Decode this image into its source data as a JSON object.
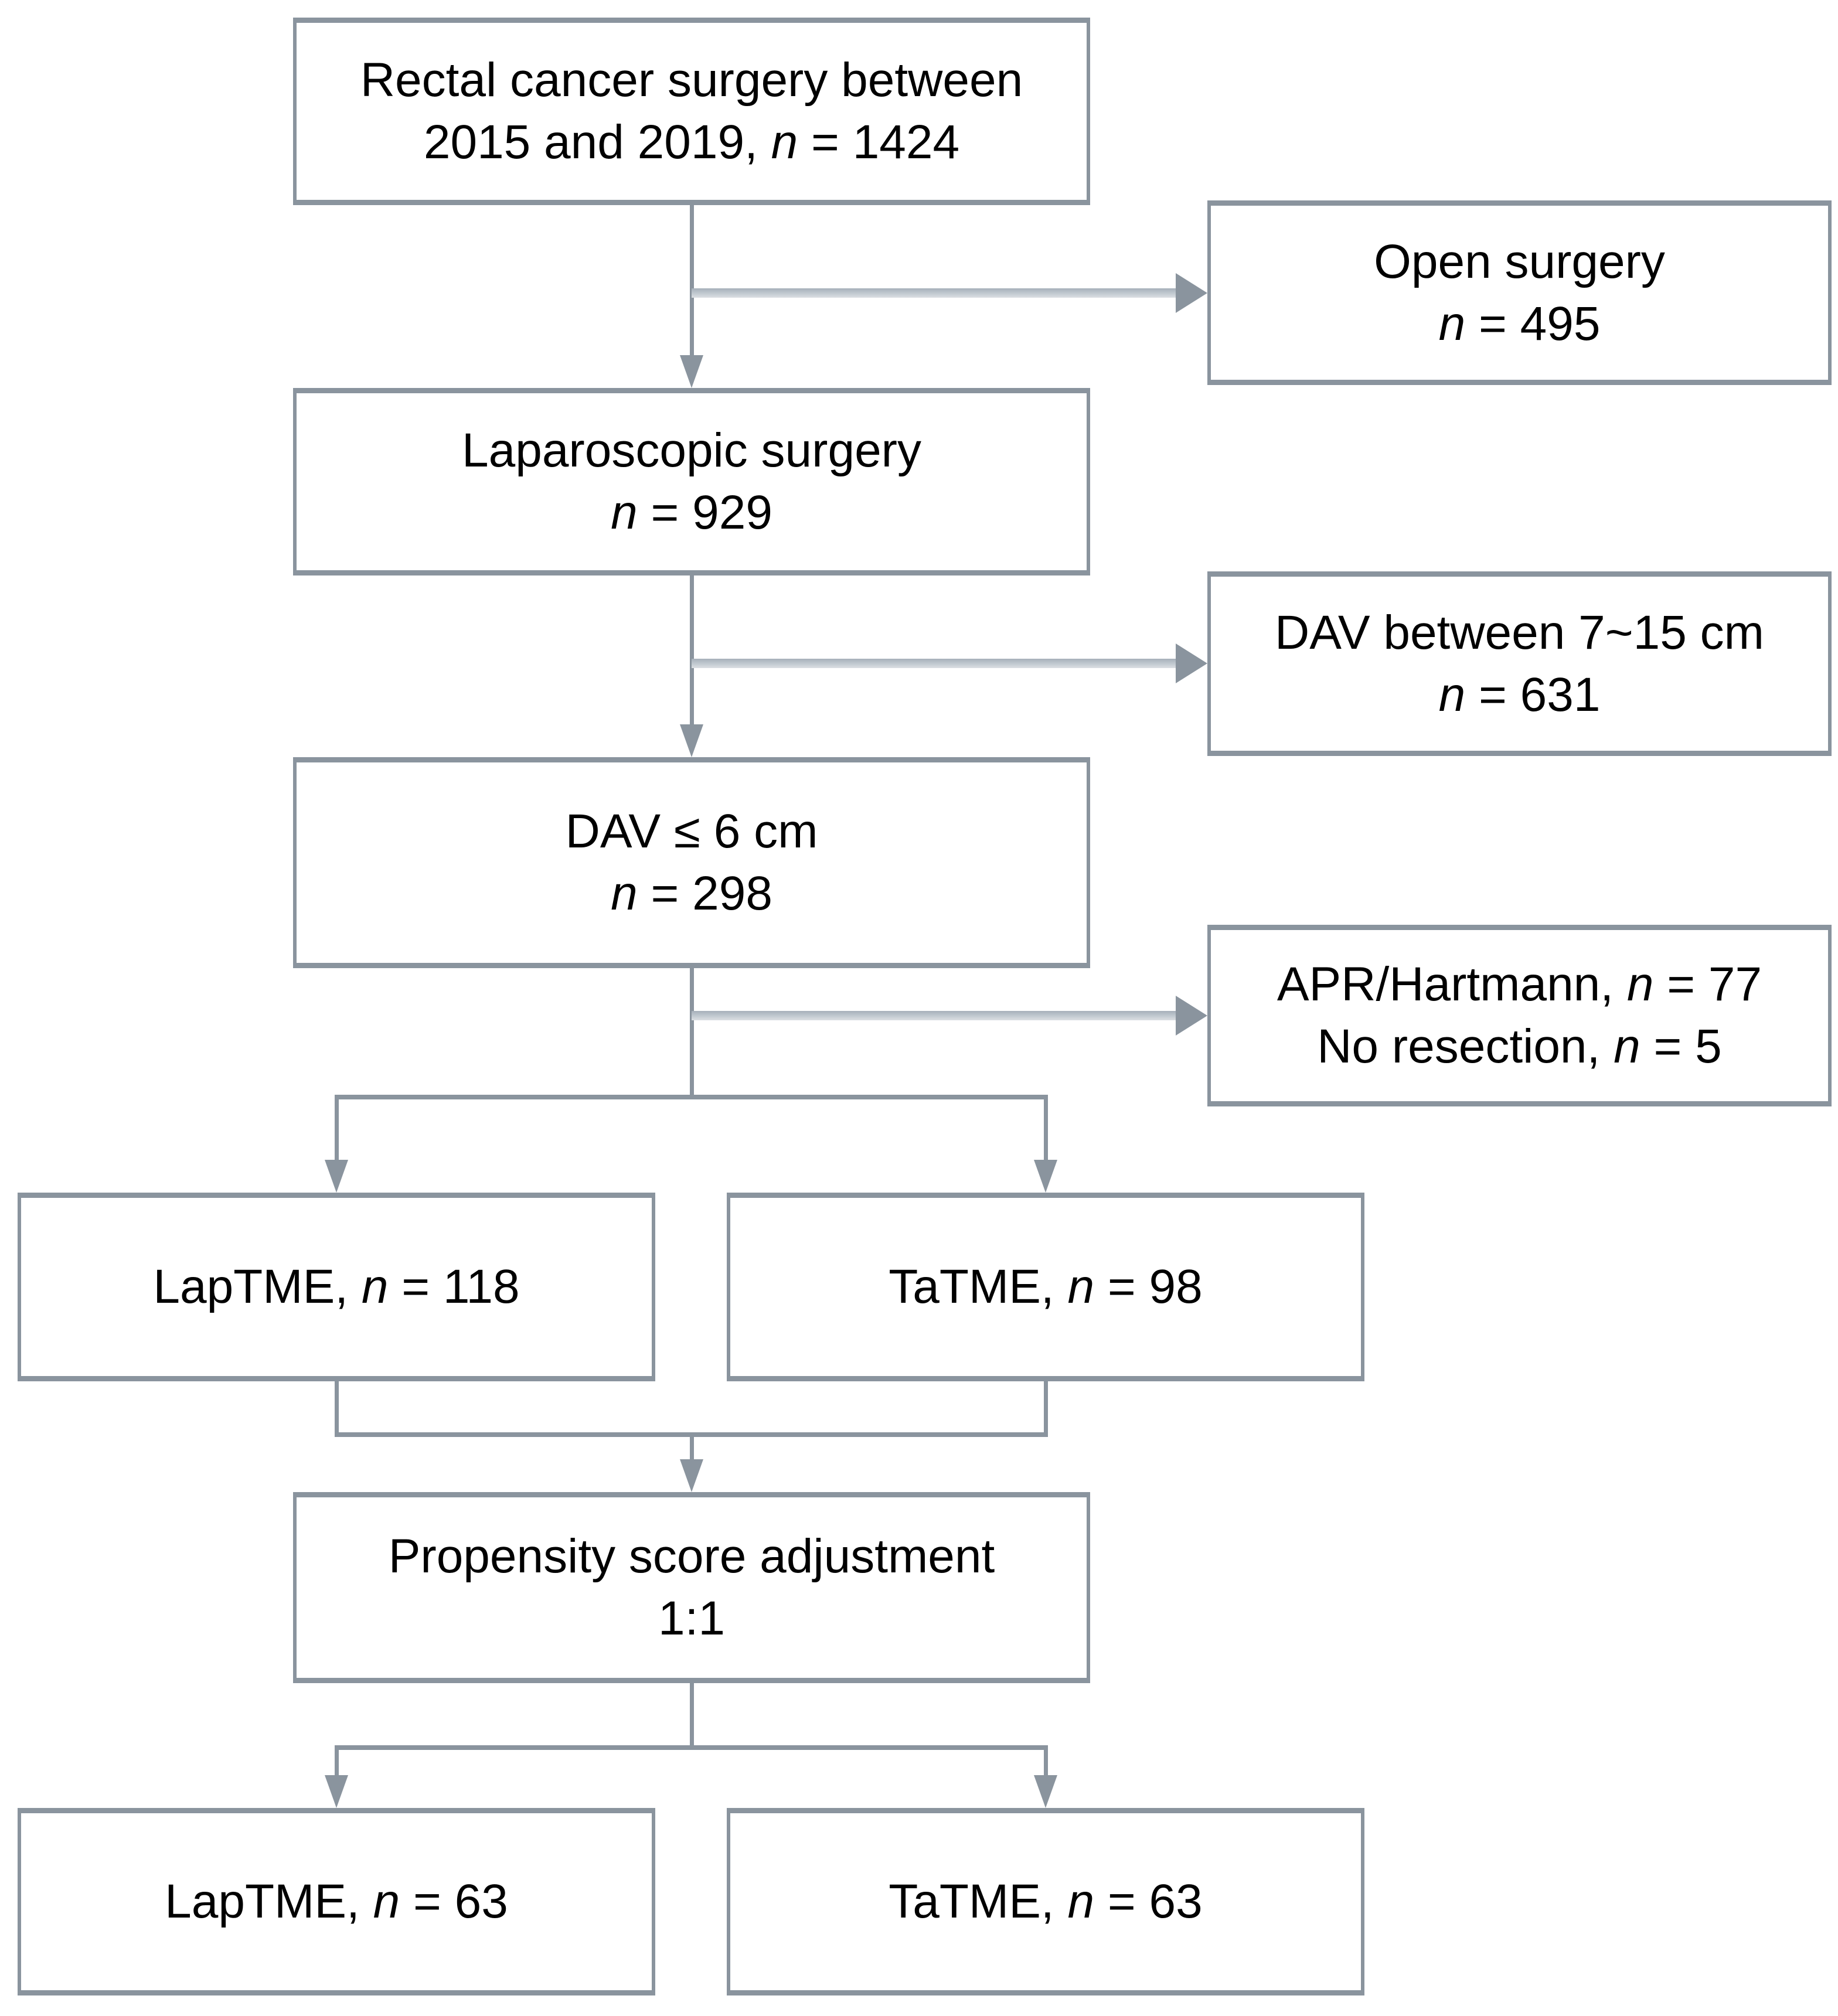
{
  "figure": {
    "type": "patient-flow-diagram",
    "background": "#ffffff",
    "line_color": "#8a949e",
    "text_color": "#000000",
    "boxes": {
      "rectal": {
        "line1": "Rectal cancer surgery between",
        "line2": "2015 and 2019, n = 1424"
      },
      "open": {
        "line1": "Open surgery",
        "line2": "n = 495"
      },
      "lap": {
        "line1": "Laparoscopic surgery",
        "line2": "n = 929"
      },
      "dav715": {
        "line1": "DAV between 7~15 cm",
        "line2": "n = 631"
      },
      "dav6": {
        "line1": "DAV ≤ 6 cm",
        "line2": "n = 298"
      },
      "apr": {
        "line1": "APR/Hartmann, n = 77",
        "line2": "No resection, n = 5"
      },
      "laptme118": {
        "line1": "LapTME, n = 118"
      },
      "tatme98": {
        "line1": "TaTME, n = 98"
      },
      "propensity": {
        "line1": "Propensity score adjustment",
        "line2": "1:1"
      },
      "laptme63": {
        "line1": "LapTME, n = 63"
      },
      "tatme63": {
        "line1": "TaTME, n = 63"
      }
    },
    "edges": [
      {
        "from": "rectal",
        "to": "open"
      },
      {
        "from": "rectal",
        "to": "lap"
      },
      {
        "from": "lap",
        "to": "dav715"
      },
      {
        "from": "lap",
        "to": "dav6"
      },
      {
        "from": "dav6",
        "to": "apr"
      },
      {
        "from": "dav6",
        "to": "laptme118"
      },
      {
        "from": "dav6",
        "to": "tatme98"
      },
      {
        "from": "laptme118",
        "to": "propensity"
      },
      {
        "from": "tatme98",
        "to": "propensity"
      },
      {
        "from": "propensity",
        "to": "laptme63"
      },
      {
        "from": "propensity",
        "to": "tatme63"
      }
    ]
  }
}
